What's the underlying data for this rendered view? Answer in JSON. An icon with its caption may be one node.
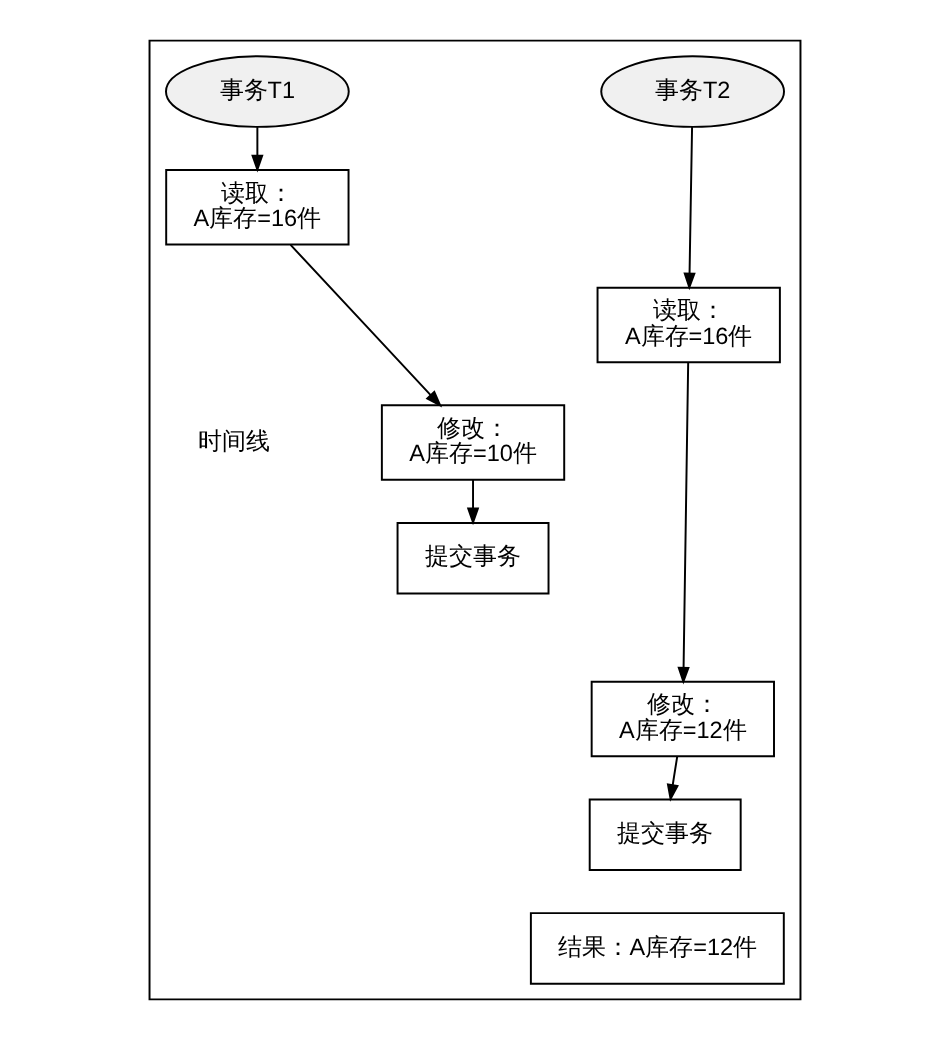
{
  "diagram": {
    "nodes": [
      {
        "text": [],
        "shape": "box"
      },
      {
        "text": [
          "事务T1"
        ],
        "in": 0
      },
      {
        "text": [
          "读取：",
          "A库存=16件"
        ],
        "in": 0
      },
      {
        "text": [
          "修改：",
          "A库存=10件"
        ],
        "in": 0
      },
      {
        "text": [
          "提交事务"
        ],
        "in": 0
      },
      {
        "text": [
          "事务T2"
        ],
        "in": 0
      },
      {
        "text": [
          "读取：",
          "A库存=16件"
        ],
        "in": 0
      },
      {
        "text": [
          "修改：",
          "A库存=12件"
        ],
        "in": 0
      },
      {
        "text": [
          "提交事务"
        ],
        "in": 0
      },
      {
        "text": [
          "结果：A库存=12件"
        ],
        "in": 0
      }
    ],
    "edges": [
      {
        "from": 1,
        "to": 2,
        "arrow": "to"
      },
      {
        "from": 2,
        "to": 3,
        "arrow": "to"
      },
      {
        "from": 3,
        "to": 4,
        "arrow": "to"
      },
      {
        "from": 5,
        "to": 6,
        "arrow": "to"
      },
      {
        "from": 6,
        "to": 7,
        "arrow": "to"
      },
      {
        "from": 7,
        "to": 8,
        "arrow": "to"
      }
    ],
    "labels": [
      "时间线"
    ]
  }
}
